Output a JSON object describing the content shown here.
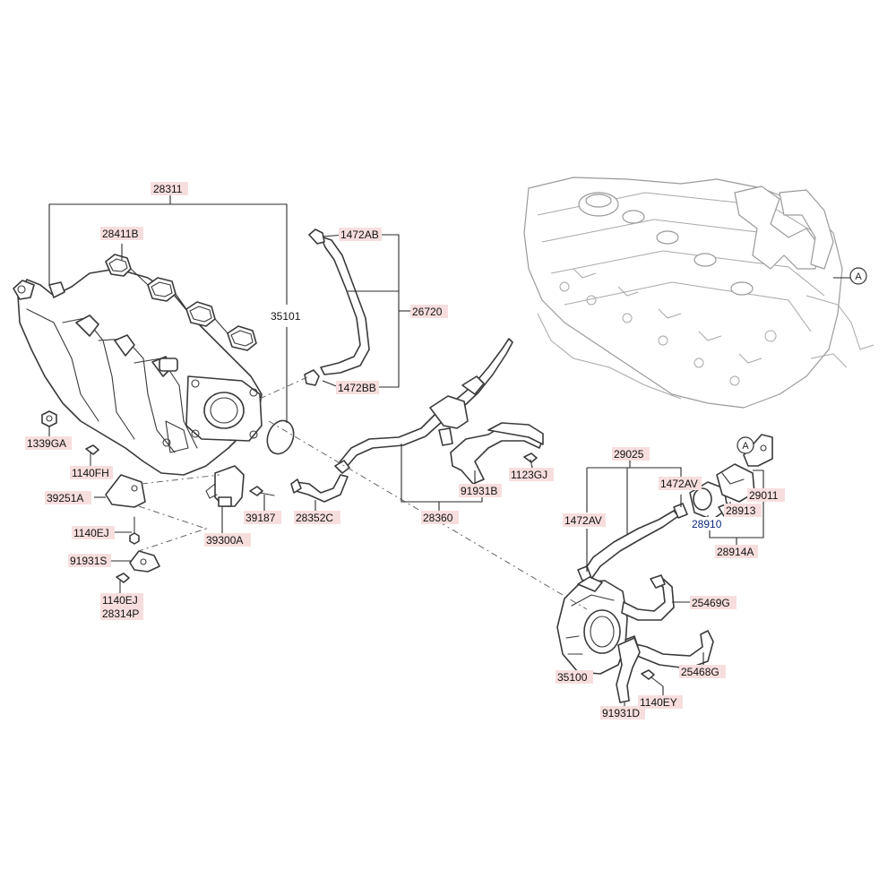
{
  "labels": {
    "p28311": "28311",
    "p28411B": "28411B",
    "p35101": "35101",
    "p1472AB": "1472AB",
    "p26720": "26720",
    "p1472BB": "1472BB",
    "p1339GA": "1339GA",
    "p1140FH": "1140FH",
    "p39251A": "39251A",
    "p39187": "39187",
    "p39300A": "39300A",
    "p1140EJ_a": "1140EJ",
    "p91931S": "91931S",
    "p1140EJ_b": "1140EJ",
    "p28314P": "28314P",
    "p28352C": "28352C",
    "p28360": "28360",
    "p91931B": "91931B",
    "p1123GJ": "1123GJ",
    "p29025": "29025",
    "p1472AV_a": "1472AV",
    "p1472AV_b": "1472AV",
    "p29011": "29011",
    "p28913": "28913",
    "p28910": "28910",
    "p28914A": "28914A",
    "p25469G": "25469G",
    "p25468G": "25468G",
    "p35100": "35100",
    "p1140EY": "1140EY",
    "p91931D": "91931D"
  },
  "refs": {
    "engine_ref": "A",
    "bracket_ref": "A"
  },
  "colors": {
    "label_highlight": "#f7dede",
    "blue_label": "#0a2a7a",
    "line": "#3a3a3a",
    "engine_line": "#9a9a9a"
  }
}
